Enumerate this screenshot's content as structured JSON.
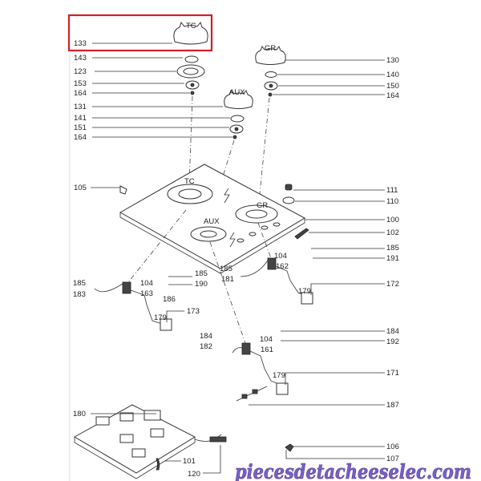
{
  "highlight_color": "#d0202a",
  "burner_names": {
    "tc": "TC",
    "gr": "GR",
    "aux": "AUX"
  },
  "left": [
    "133",
    "143",
    "123",
    "153",
    "164",
    "131",
    "141",
    "151",
    "164",
    "105",
    "185",
    "183",
    "180"
  ],
  "right": [
    "130",
    "140",
    "150",
    "164",
    "111",
    "110",
    "100",
    "102",
    "185",
    "191",
    "172",
    "184",
    "192",
    "171",
    "187",
    "106",
    "107"
  ],
  "mid": [
    "185",
    "190",
    "186",
    "173",
    "104",
    "163",
    "179",
    "185",
    "181",
    "104",
    "162",
    "179",
    "184",
    "182",
    "104",
    "161",
    "179",
    "101",
    "120"
  ],
  "watermark": "piecesdetacheeselec.com"
}
